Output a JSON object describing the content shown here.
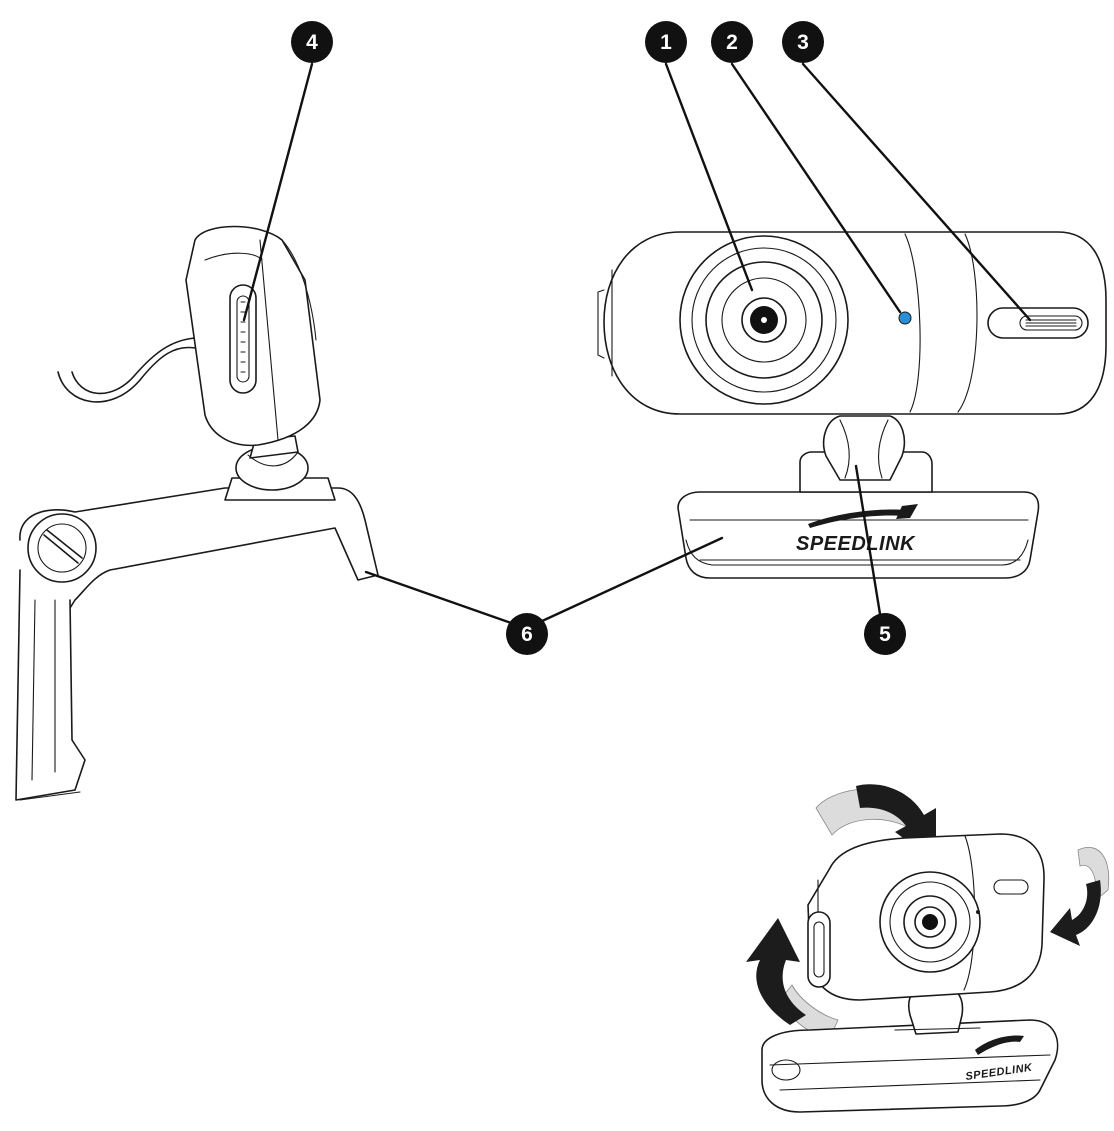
{
  "callouts": [
    {
      "id": "1",
      "label": "1"
    },
    {
      "id": "2",
      "label": "2"
    },
    {
      "id": "3",
      "label": "3"
    },
    {
      "id": "4",
      "label": "4"
    },
    {
      "id": "5",
      "label": "5"
    },
    {
      "id": "6",
      "label": "6"
    }
  ],
  "brand": {
    "main": "SPEEDLINK",
    "small": "SPEEDLINK"
  },
  "colors": {
    "line": "#1a1a1a",
    "led": "#2b8fd6",
    "callout_fill": "#111111",
    "arrow_dark": "#1c1c1c",
    "arrow_light": "#dcdcdc"
  }
}
